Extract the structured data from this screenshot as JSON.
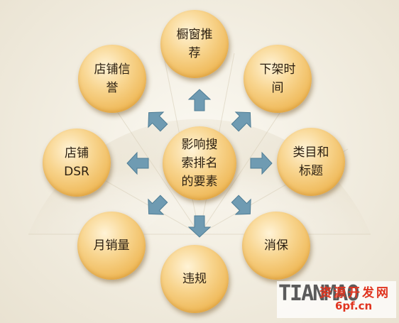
{
  "diagram": {
    "center": "影响搜\n索排名\n的要素",
    "nodes": {
      "top": "橱窗推\n荐",
      "top_right": "下架时\n间",
      "right": "类目和\n标题",
      "bottom_right": "消保",
      "bottom": "违规",
      "bottom_left": "月销量",
      "left": "店铺\nDSR",
      "top_left": "店铺信\n誉"
    }
  },
  "watermark": {
    "brand": "TIANMAO",
    "cn_text": "资源开发网",
    "url": "6pf.cn"
  },
  "colors": {
    "node_fill": "#f4c46e",
    "arrow_fill": "#6f9bb2",
    "arrow_stroke": "#4f7d95",
    "watermark_red": "#e0341f"
  }
}
